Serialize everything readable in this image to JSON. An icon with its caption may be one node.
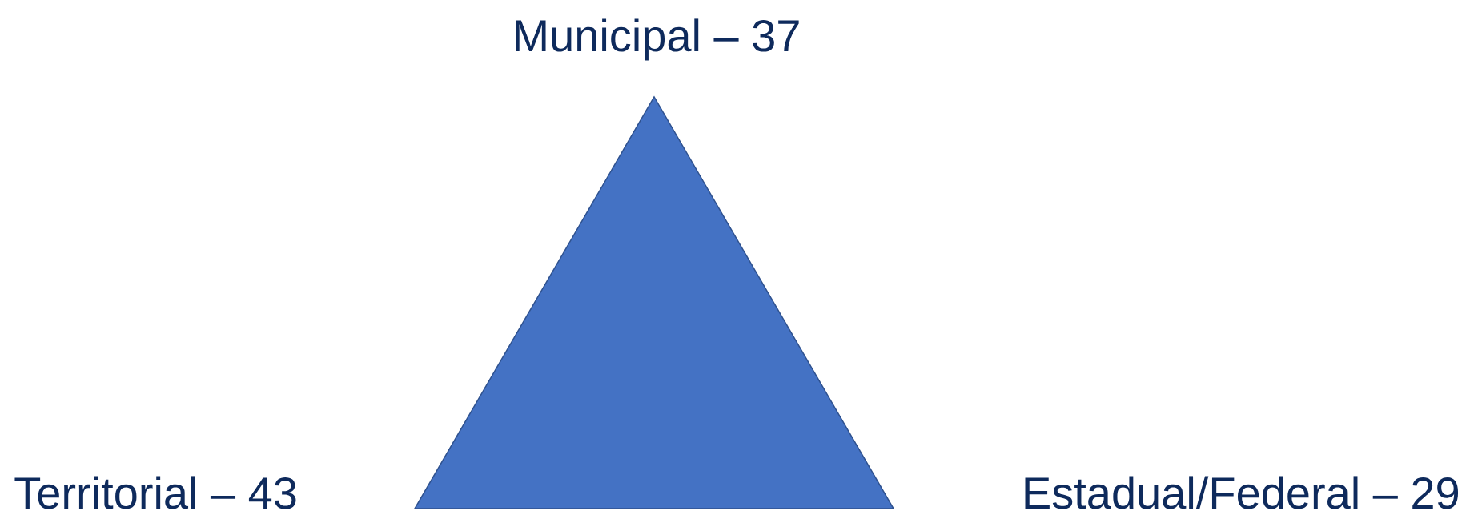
{
  "diagram": {
    "labels": [
      "Municipal – 37",
      "Territorial – 43",
      "Estadual/Federal – 29"
    ]
  }
}
